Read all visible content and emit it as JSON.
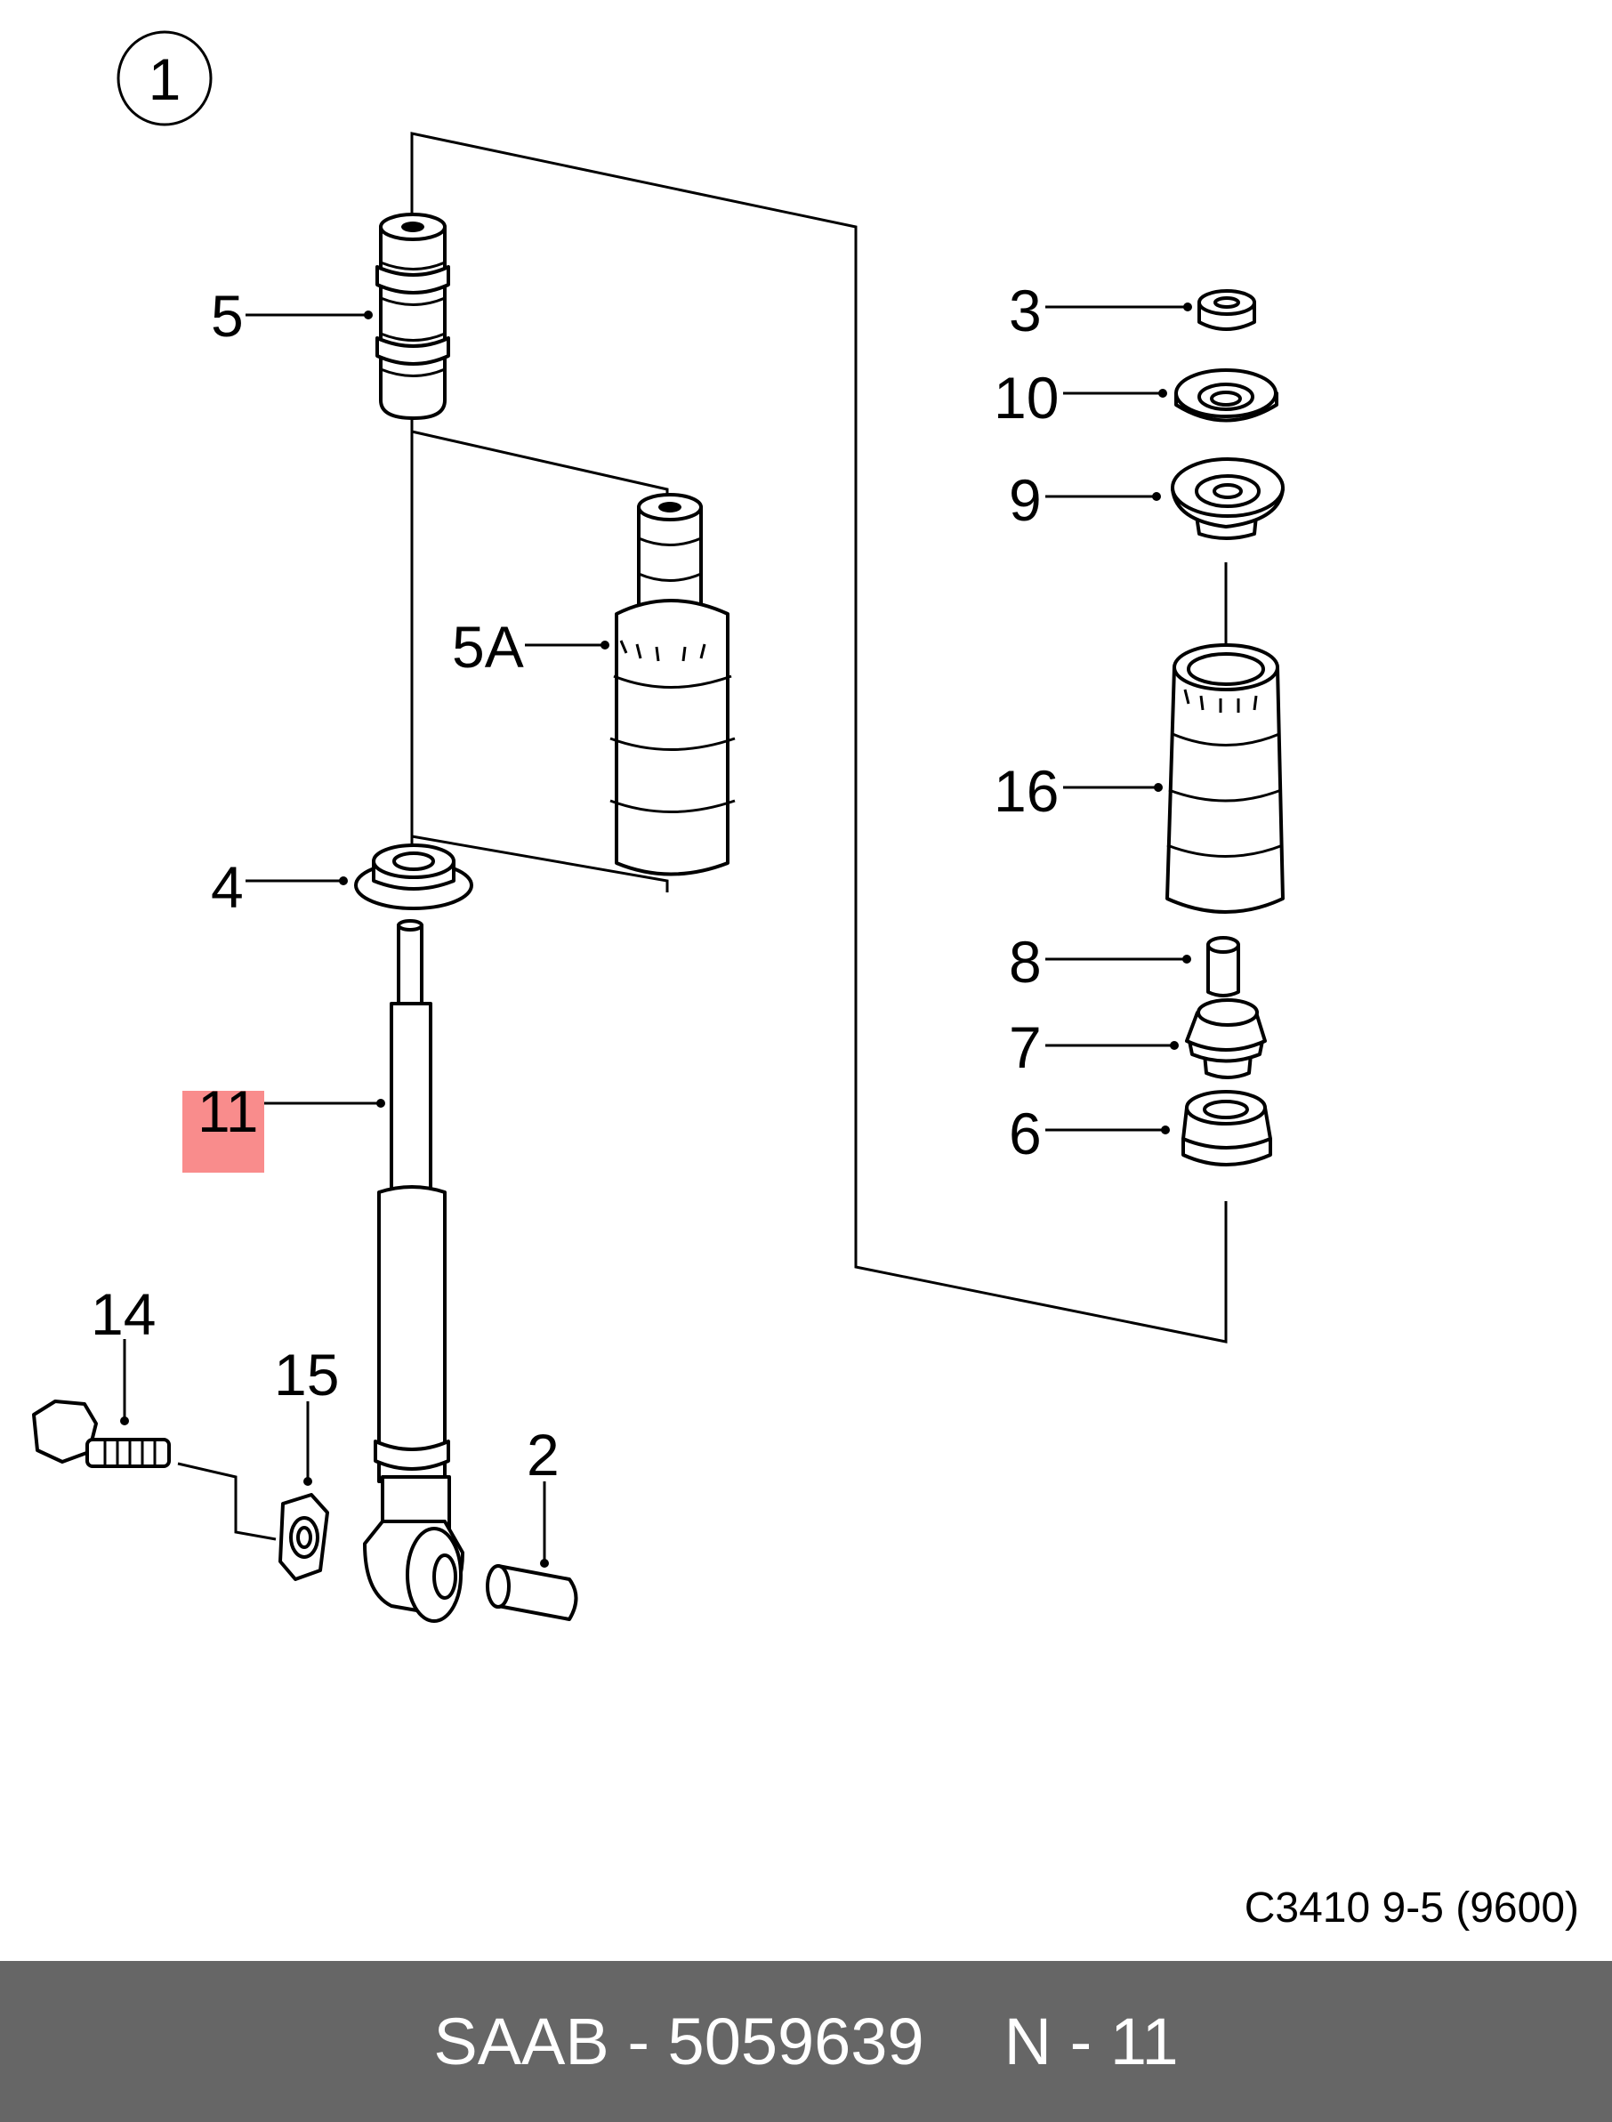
{
  "diagram": {
    "figure_number": "1",
    "drawing_code": "C3410 9-5 (9600)",
    "highlight_color": "#f98c8c",
    "callouts": {
      "c5": "5",
      "c5a": "5A",
      "c4": "4",
      "c11": "11",
      "c14": "14",
      "c15": "15",
      "c2": "2",
      "c3": "3",
      "c10": "10",
      "c9": "9",
      "c16": "16",
      "c8": "8",
      "c7": "7",
      "c6": "6"
    },
    "highlighted_callout": "11"
  },
  "footer": {
    "brand_part": "SAAB - 5059639",
    "position": "N - 11",
    "background": "#666666"
  }
}
